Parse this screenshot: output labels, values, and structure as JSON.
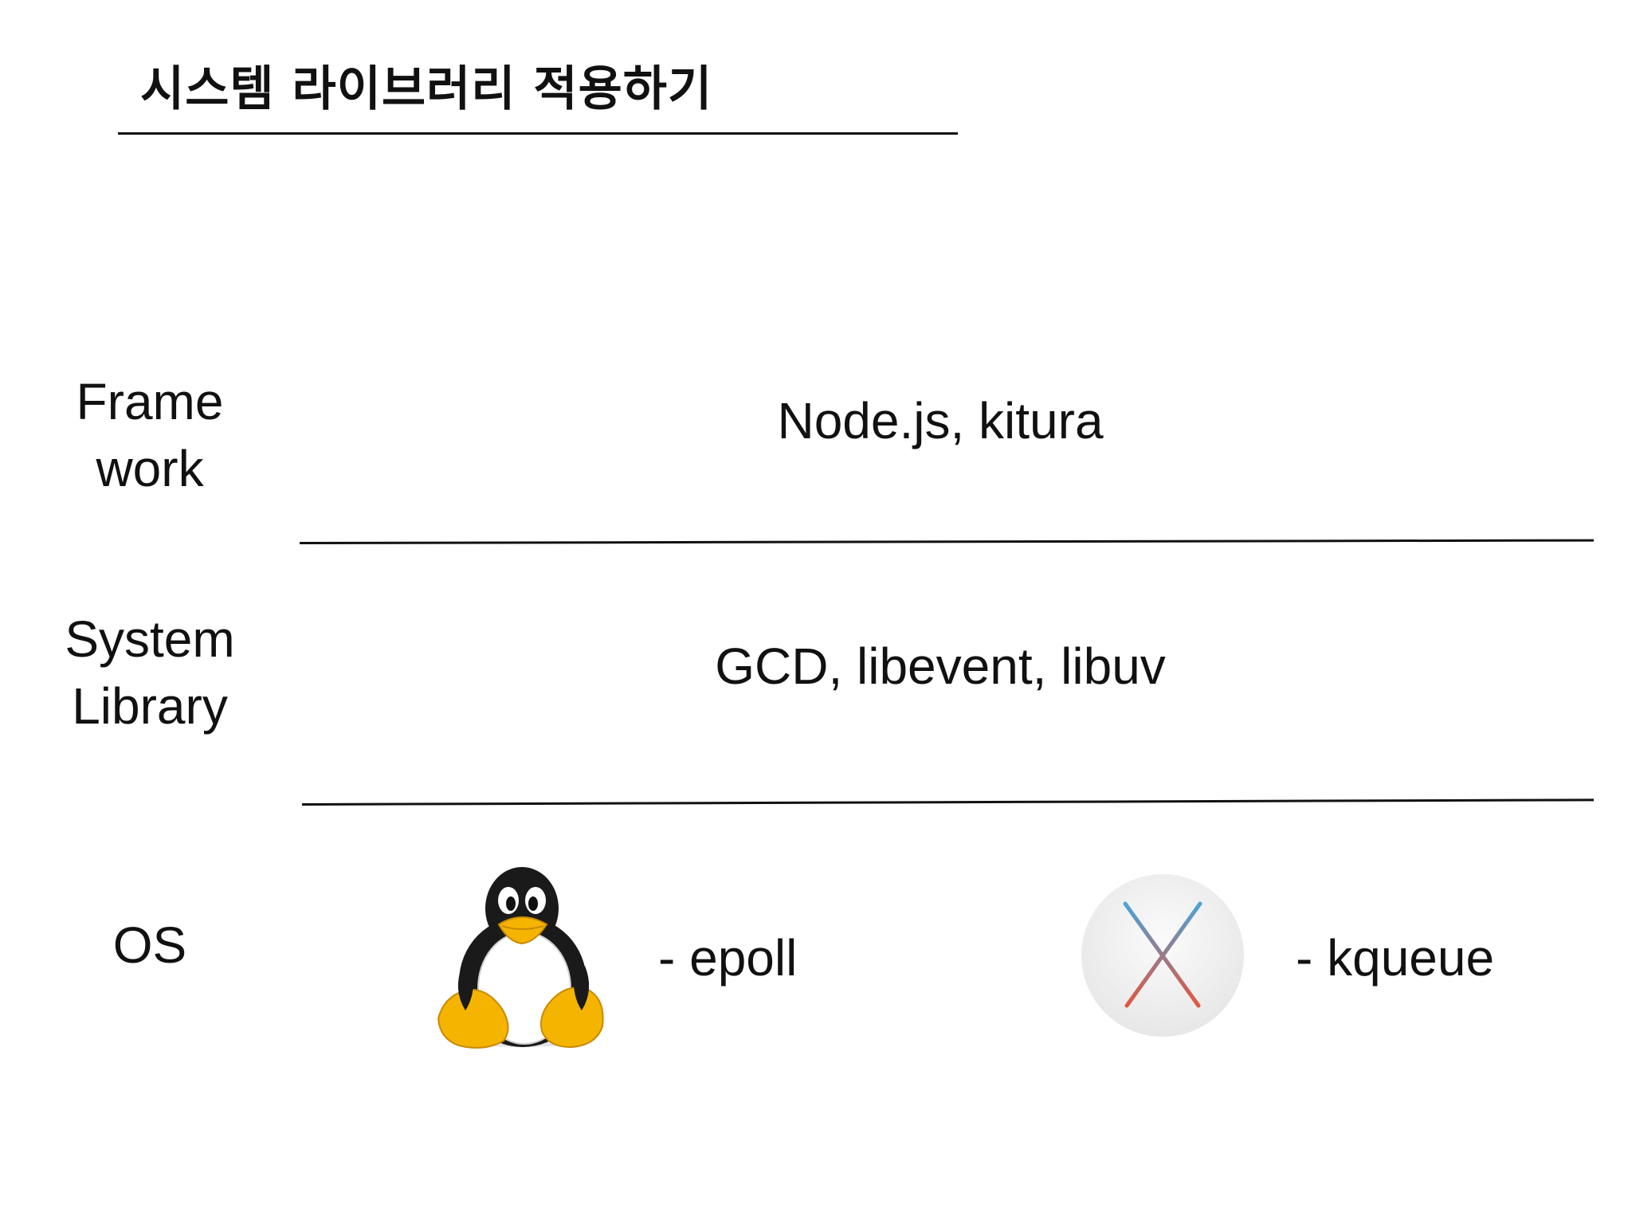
{
  "title": "시스템 라이브러리 적용하기",
  "rows": [
    {
      "label": "Frame\nwork",
      "content": "Node.js, kitura"
    },
    {
      "label": "System\nLibrary",
      "content": "GCD, libevent, libuv"
    },
    {
      "label": "OS"
    }
  ],
  "os_items": [
    {
      "icon": "linux-tux-icon",
      "text": "- epoll"
    },
    {
      "icon": "macos-x-icon",
      "text": "- kqueue"
    }
  ],
  "colors": {
    "text": "#111111",
    "tux_body": "#1a1a1a",
    "tux_belly": "#ffffff",
    "tux_beak_feet": "#f5b400",
    "macos_badge": "#f0f0f0",
    "macos_x_blue": "#4aa3d8",
    "macos_x_red": "#e4553f"
  }
}
